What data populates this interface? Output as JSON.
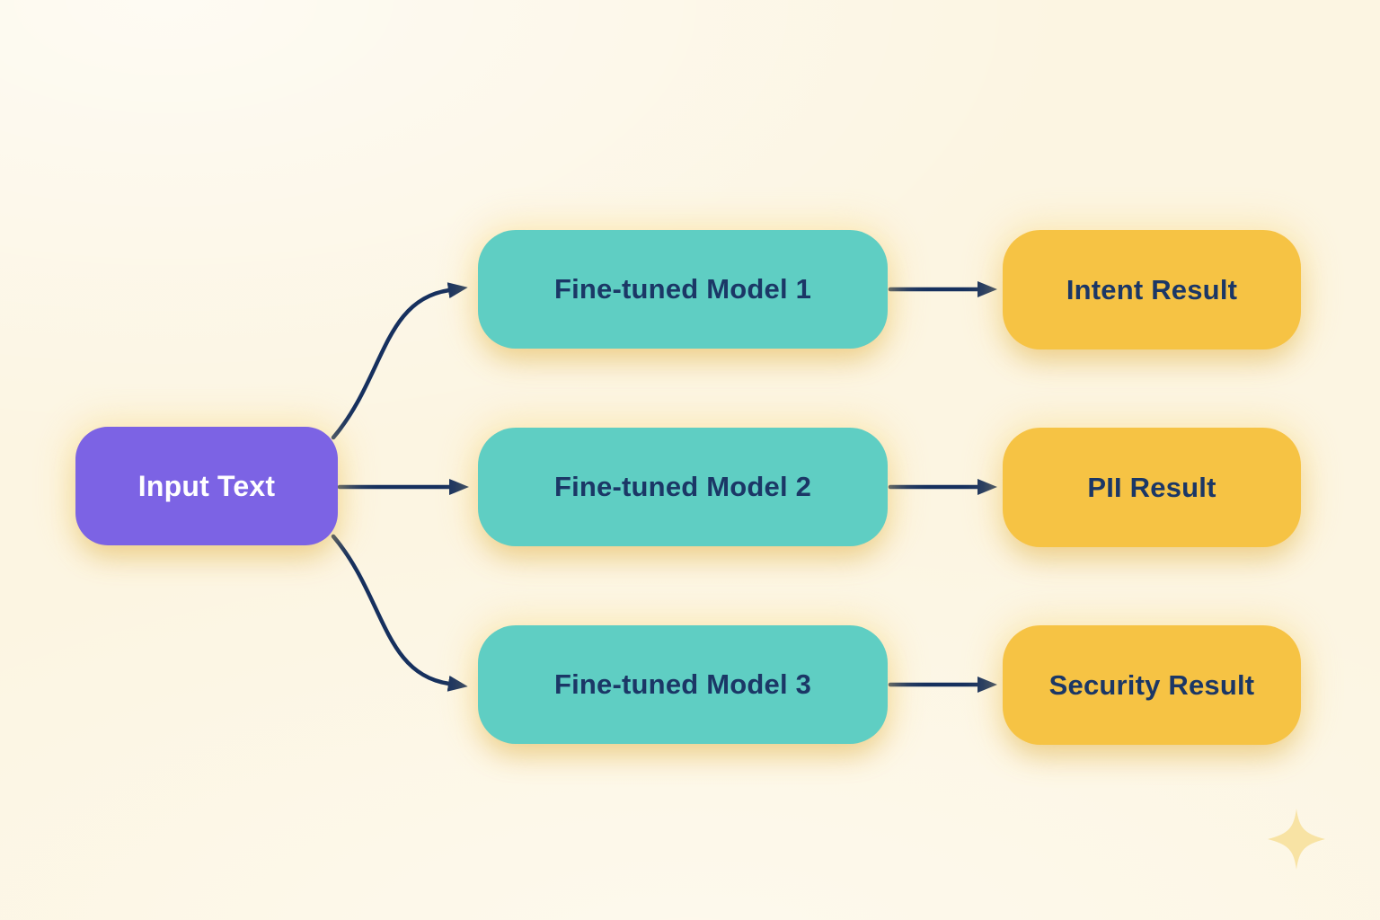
{
  "diagram": {
    "nodes": {
      "input": {
        "label": "Input Text"
      },
      "models": [
        {
          "label": "Fine-tuned Model 1"
        },
        {
          "label": "Fine-tuned Model 2"
        },
        {
          "label": "Fine-tuned Model 3"
        }
      ],
      "results": [
        {
          "label": "Intent Result"
        },
        {
          "label": "PII Result"
        },
        {
          "label": "Security Result"
        }
      ]
    },
    "connections": [
      {
        "from": "Input Text",
        "to": "Fine-tuned Model 1"
      },
      {
        "from": "Input Text",
        "to": "Fine-tuned Model 2"
      },
      {
        "from": "Input Text",
        "to": "Fine-tuned Model 3"
      },
      {
        "from": "Fine-tuned Model 1",
        "to": "Intent Result"
      },
      {
        "from": "Fine-tuned Model 2",
        "to": "PII Result"
      },
      {
        "from": "Fine-tuned Model 3",
        "to": "Security Result"
      }
    ],
    "colors": {
      "background": "#FCF5E2",
      "input_node": "#7C63E4",
      "model_node": "#5FCEC3",
      "result_node": "#F6C344",
      "arrow": "#16305E",
      "node_text_dark": "#1B3766",
      "node_text_light": "#FFFFFF",
      "sparkle": "#F8E3A4"
    },
    "icons": {
      "sparkle": "four-point-sparkle"
    }
  }
}
